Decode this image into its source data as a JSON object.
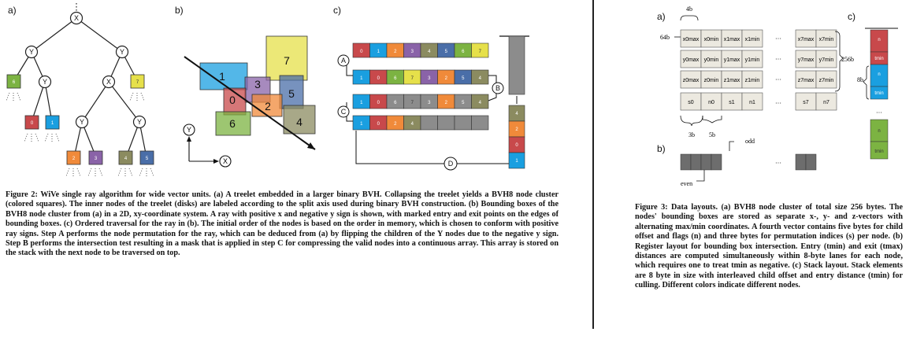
{
  "fig2": {
    "panel_a": "a)",
    "panel_b": "b)",
    "panel_c": "c)",
    "tree": {
      "root": "X",
      "inner": [
        "Y",
        "Y",
        "X",
        "Y",
        "Y",
        "Y"
      ],
      "leaves": [
        "6",
        "7",
        "0",
        "1",
        "2",
        "3",
        "4",
        "5"
      ]
    },
    "boxes": [
      "1",
      "0",
      "3",
      "2",
      "5",
      "4",
      "6",
      "7"
    ],
    "axes": {
      "y": "Y",
      "x": "X"
    },
    "arrays": {
      "row1": [
        "0",
        "1",
        "2",
        "3",
        "4",
        "5",
        "6",
        "7"
      ],
      "row2": [
        "1",
        "0",
        "6",
        "7",
        "3",
        "2",
        "5",
        "4"
      ],
      "row3": [
        "1",
        "0",
        "6",
        "7",
        "3",
        "2",
        "5",
        "4"
      ],
      "row4": [
        "1",
        "0",
        "2",
        "4"
      ]
    },
    "stack": [
      "4",
      "2",
      "0",
      "1"
    ],
    "steps": {
      "a": "A",
      "b": "B",
      "c": "C",
      "d": "D"
    },
    "caption": "Figure 2: WiVe single ray algorithm for wide vector units. (a) A treelet embedded in a larger binary BVH. Collapsing the treelet yields a BVH8 node cluster (colored squares). The inner nodes of the treelet (disks) are labeled according to the split axis used during binary BVH construction. (b) Bounding boxes of the BVH8 node cluster from (a) in a 2D, xy-coordinate system. A ray with positive x and negative y sign is shown, with marked entry and exit points on the edges of bounding boxes. (c) Ordered traversal for the ray in (b). The initial order of the nodes is based on the order in memory, which is chosen to conform with positive ray signs. Step A performs the node permutation for the ray, which can be deduced from (a) by flipping the children of the Y nodes due to the negative y sign. Step B performs the intersection test resulting in a mask that is applied in step C for compressing the valid nodes into a continuous array. This array is stored on the stack with the next node to be traversed on top."
  },
  "fig3": {
    "panel_a": "a)",
    "panel_b": "b)",
    "panel_c": "c)",
    "dims": {
      "width": "4b",
      "height": "64b",
      "size": "256b",
      "b3": "3b",
      "b5": "5b",
      "b8": "8b"
    },
    "rows": [
      [
        "x0max",
        "x0min",
        "x1max",
        "x1min",
        "x7max",
        "x7min"
      ],
      [
        "y0max",
        "y0min",
        "y1max",
        "y1min",
        "y7max",
        "y7min"
      ],
      [
        "z0max",
        "z0min",
        "z1max",
        "z1min",
        "z7max",
        "z7min"
      ],
      [
        "s0",
        "n0",
        "s1",
        "n1",
        "s7",
        "n7"
      ]
    ],
    "ellipsis": "···",
    "odd": "odd",
    "even": "even",
    "stack": [
      "n",
      "tmin",
      "n",
      "tmin",
      "n",
      "tmin"
    ],
    "caption": "Figure 3: Data layouts. (a) BVH8 node cluster of total size 256 bytes. The nodes' bounding boxes are stored as separate x-, y- and z-vectors with alternating max/min coordinates. A fourth vector contains five bytes for child offset and flags (n) and three bytes for permutation indices (s) per node. (b) Register layout for bounding box intersection. Entry (tmin) and exit (tmax) distances are computed simultaneously within 8-byte lanes for each node, which requires one to treat tmin as negative. (c) Stack layout. Stack elements are 8 byte in size with interleaved child offset and entry distance (tmin) for culling. Different colors indicate different nodes."
  },
  "colors": {
    "n0": "#c8494b",
    "n1": "#1a9fe0",
    "n2": "#f08a3a",
    "n3": "#8a63a8",
    "n4": "#8b8b60",
    "n5": "#4a6ea8",
    "n6": "#7cb342",
    "n7": "#e6e04a",
    "gray": "#8c8c8c",
    "cell": "#ece9e0"
  }
}
